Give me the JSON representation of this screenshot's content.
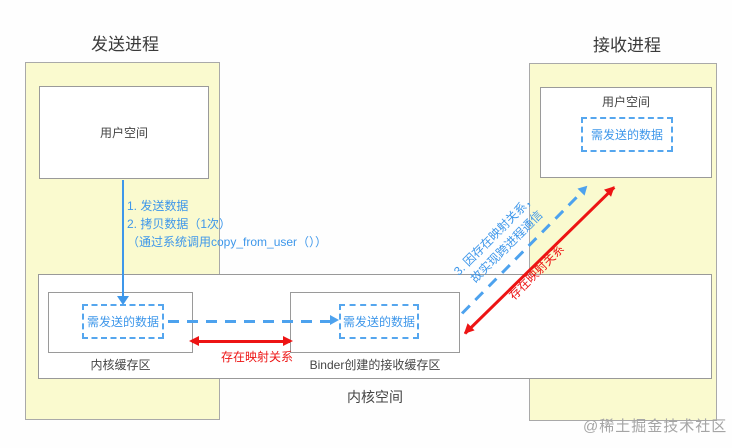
{
  "titles": {
    "sender": "发送进程",
    "receiver": "接收进程"
  },
  "labels": {
    "user_space": "用户空间",
    "kernel_space": "内核空间",
    "kernel_buffer": "内核缓存区",
    "binder_buffer": "Binder创建的接收缓存区",
    "data_to_send": "需发送的数据",
    "mapping_horizontal": "存在映射关系",
    "mapping_diagonal": "存在映射关系"
  },
  "annotations": {
    "step1": "1. 发送数据",
    "step2": "2. 拷贝数据（1次）",
    "step2_detail": "（通过系统调用copy_from_user（））",
    "step3_line1": "3. 因存在映射关系，",
    "step3_line2": "故实现跨进程通信"
  },
  "watermark": "@稀土掘金技术社区",
  "colors": {
    "panel_yellow": "#fafacf",
    "accent_blue": "#3e97ea",
    "accent_red": "#ed1414",
    "border_gray": "#9a9a9a"
  }
}
